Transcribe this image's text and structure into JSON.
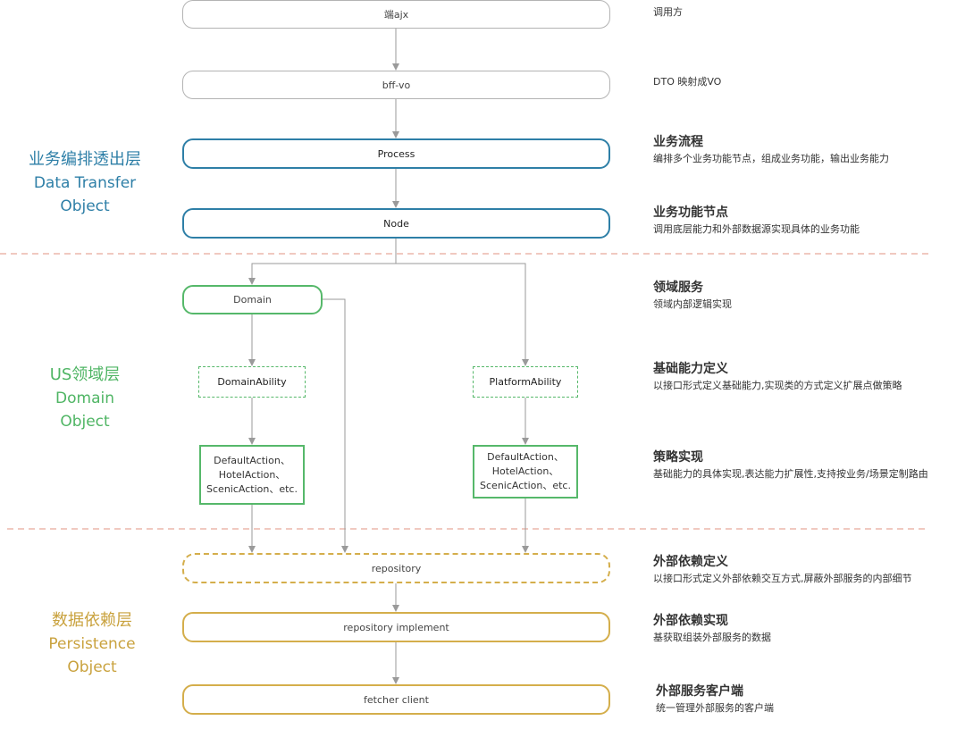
{
  "colors": {
    "blue": "#2e7fa7",
    "green": "#56b86a",
    "gold": "#d4ae4b",
    "gray": "#b3b3b3",
    "separator": "#e8a99a"
  },
  "layers": {
    "data_transfer": {
      "zh": "业务编排透出层",
      "en1": "Data Transfer",
      "en2": "Object"
    },
    "domain": {
      "zh": "US领域层",
      "en1": "Domain",
      "en2": "Object"
    },
    "persistence": {
      "zh": "数据依赖层",
      "en1": "Persistence",
      "en2": "Object"
    }
  },
  "boxes": {
    "ajx": "端ajx",
    "bff_vo": "bff-vo",
    "process": "Process",
    "node": "Node",
    "domain": "Domain",
    "domain_ability": "DomainAbility",
    "platform_ability": "PlatformAbility",
    "actions_left": [
      "DefaultAction、",
      "HotelAction、",
      "ScenicAction、etc."
    ],
    "actions_right": [
      "DefaultAction、",
      "HotelAction、",
      "ScenicAction、etc."
    ],
    "repository": "repository",
    "repository_impl": "repository implement",
    "fetcher": "fetcher client"
  },
  "descriptions": {
    "caller": "调用方",
    "dto": "DTO 映射成VO",
    "flow": {
      "title": "业务流程",
      "sub": "编排多个业务功能节点，组成业务功能，输出业务能力"
    },
    "node": {
      "title": "业务功能节点",
      "sub": "调用底层能力和外部数据源实现具体的业务功能"
    },
    "domain_service": {
      "title": "领域服务",
      "sub": "领域内部逻辑实现"
    },
    "ability": {
      "title": "基础能力定义",
      "sub": "以接口形式定义基础能力,实现类的方式定义扩展点做策略"
    },
    "strategy": {
      "title": "策略实现",
      "sub": "基础能力的具体实现,表达能力扩展性,支持按业务/场景定制路由"
    },
    "dep_def": {
      "title": "外部依赖定义",
      "sub": "以接口形式定义外部依赖交互方式,屏蔽外部服务的内部细节"
    },
    "dep_impl": {
      "title": "外部依赖实现",
      "sub": "基获取组装外部服务的数据"
    },
    "client": {
      "title": "外部服务客户端",
      "sub": "统一管理外部服务的客户端"
    }
  }
}
